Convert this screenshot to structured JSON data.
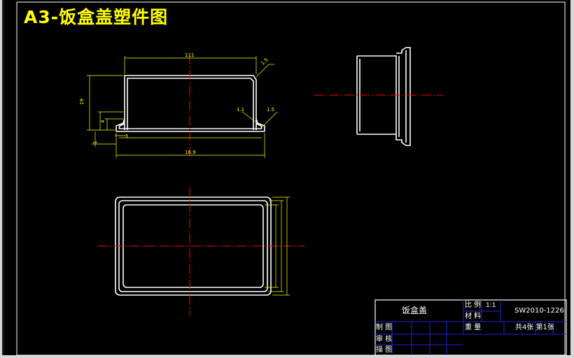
{
  "drawing": {
    "title": "A3-饭盒盖塑件图",
    "title_color": "#ffff00",
    "line_color": "#ffffff",
    "dimension_color": "#ffff00",
    "centerline_color": "#ff0000",
    "titleblock_line_color": "#2222dd"
  },
  "dimensions": {
    "top_width": "111",
    "bottom_width": "16.9",
    "chamfer_right": "1.5",
    "step_right_a": "1.1",
    "step_right_b": "1.5",
    "height_total": "19",
    "height_small": "4",
    "bottom_left": "1",
    "bottom_center": "1"
  },
  "title_block": {
    "part_name": "饭盒盖",
    "scale_label": "比 例",
    "scale_value": "1:1",
    "material_label": "材 料",
    "weight_label": "重 量",
    "drawing_number": "SW2010-1226",
    "sheet_info": "共4张  第1张",
    "drawn_by_label": "制 图",
    "checked_by_label": "审 核",
    "traced_by_label": "描 图"
  }
}
